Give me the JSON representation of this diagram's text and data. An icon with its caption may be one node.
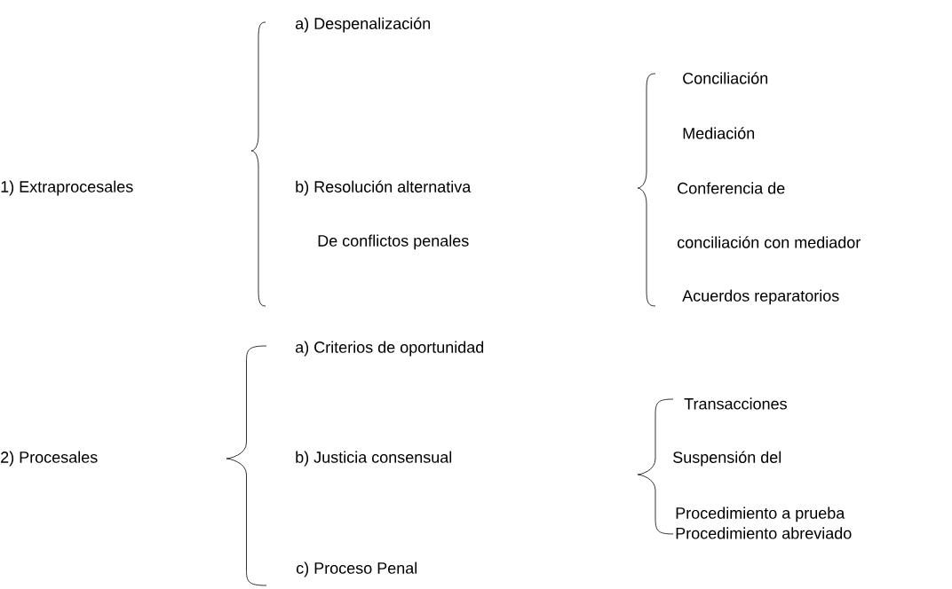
{
  "diagram": {
    "labels": [
      "a)   Despenalización",
      "Conciliación",
      "Mediación",
      "1) Extraprocesales",
      "b) Resolución alternativa",
      "Conferencia de",
      "De conflictos penales",
      "conciliación con mediador",
      "Acuerdos reparatorios",
      "a)   Criterios de oportunidad",
      "Transacciones",
      "2) Procesales",
      "b) Justicia consensual",
      "Suspensión del",
      "Procedimiento a prueba",
      "Procedimiento abreviado",
      "c) Proceso Penal"
    ]
  }
}
